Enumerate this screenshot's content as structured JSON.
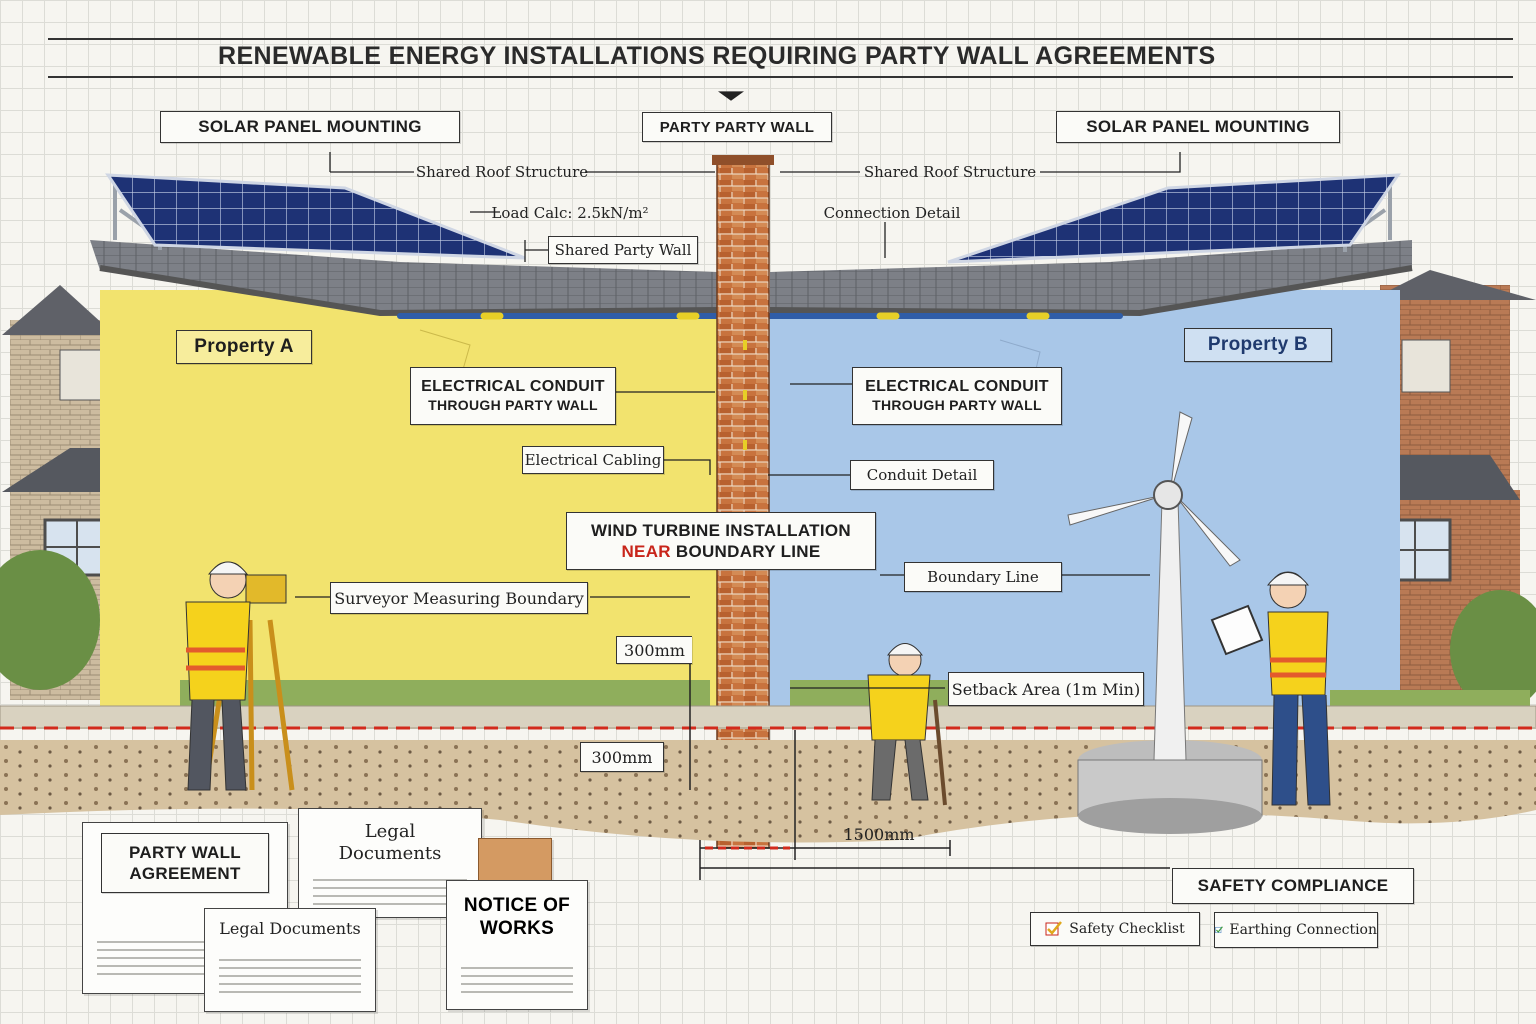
{
  "title": "RENEWABLE ENERGY INSTALLATIONS REQUIRING PARTY WALL AGREEMENTS",
  "headers": {
    "solar_left": "SOLAR PANEL MOUNTING",
    "party_wall": "PARTY PARTY WALL",
    "solar_right": "SOLAR PANEL MOUNTING"
  },
  "annotations": {
    "shared_roof_left": "Shared Roof Structure",
    "shared_roof_right": "Shared Roof Structure",
    "load_calc": "Load Calc: 2.5kN/m²",
    "connection_detail": "Connection Detail",
    "shared_party_wall": "Shared Party Wall",
    "property_a": "Property A",
    "property_b": "Property B",
    "conduit_left_line1": "ELECTRICAL CONDUIT",
    "conduit_left_line2": "THROUGH PARTY WALL",
    "conduit_right_line1": "ELECTRICAL CONDUIT",
    "conduit_right_line2": "THROUGH PARTY WALL",
    "electrical_cabling": "Electrical Cabling",
    "conduit_detail": "Conduit Detail",
    "wind_line1": "WIND TURBINE INSTALLATION",
    "wind_line2_red": "NEAR",
    "wind_line2_rest": " BOUNDARY LINE",
    "boundary_line": "Boundary Line",
    "surveyor": "Surveyor Measuring Boundary",
    "dim_300_upper": "300mm",
    "dim_300_lower": "300mm",
    "setback": "Setback Area (1m Min)",
    "dim_1500": "1500mm"
  },
  "documents": {
    "party_wall_line1": "PARTY WALL",
    "party_wall_line2": "AGREEMENT",
    "legal_line1": "Legal",
    "legal_line2": "Documents",
    "legal_docs": "Legal Documents",
    "notice_line1": "NOTICE OF",
    "notice_line2": "WORKS"
  },
  "safety": {
    "header": "SAFETY COMPLIANCE",
    "checklist": "Safety Checklist",
    "earthing": "Earthing Connection"
  },
  "colors": {
    "property_a_wall": "#f2e36e",
    "property_b_wall": "#a9c7e8",
    "brick": "#c8733e",
    "boundary_red": "#d22a1c",
    "solar_panel": "#1d2f6b",
    "hi_vis": "#f5d21c"
  }
}
